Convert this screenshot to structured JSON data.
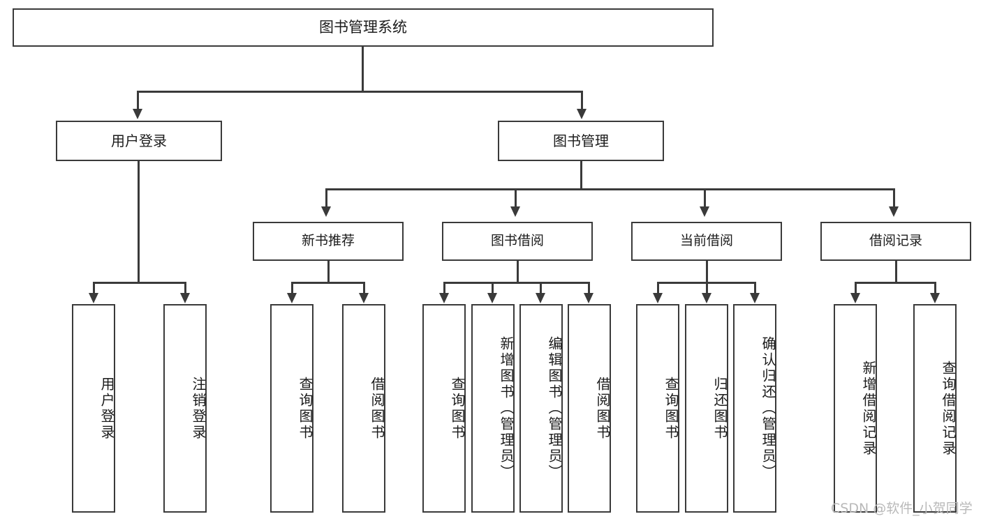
{
  "diagram": {
    "title": "图书管理系统",
    "type": "tree-hierarchy-chart",
    "root": {
      "label": "图书管理系统"
    },
    "level1": [
      {
        "label": "用户登录"
      },
      {
        "label": "图书管理"
      }
    ],
    "level2": [
      {
        "label": "新书推荐"
      },
      {
        "label": "图书借阅"
      },
      {
        "label": "当前借阅"
      },
      {
        "label": "借阅记录"
      }
    ],
    "leaves": {
      "user_login": [
        {
          "label": "用户登录"
        },
        {
          "label": "注销登录"
        }
      ],
      "new_book_recommend": [
        {
          "label": "查询图书"
        },
        {
          "label": "借阅图书"
        }
      ],
      "book_borrow": [
        {
          "label": "查询图书"
        },
        {
          "label": "新增图书（管理员）"
        },
        {
          "label": "编辑图书（管理员）"
        },
        {
          "label": "借阅图书"
        }
      ],
      "current_borrow": [
        {
          "label": "查询图书"
        },
        {
          "label": "归还图书"
        },
        {
          "label": "确认归还（管理员）"
        }
      ],
      "borrow_record": [
        {
          "label": "新增借阅记录"
        },
        {
          "label": "查询借阅记录"
        }
      ]
    }
  },
  "watermark": {
    "text": "CSDN @软件_小贺同学"
  },
  "colors": {
    "stroke": "#3a3a3a",
    "text": "#1b1b1b",
    "background": "#ffffff",
    "watermark": "#b9b9b9"
  }
}
